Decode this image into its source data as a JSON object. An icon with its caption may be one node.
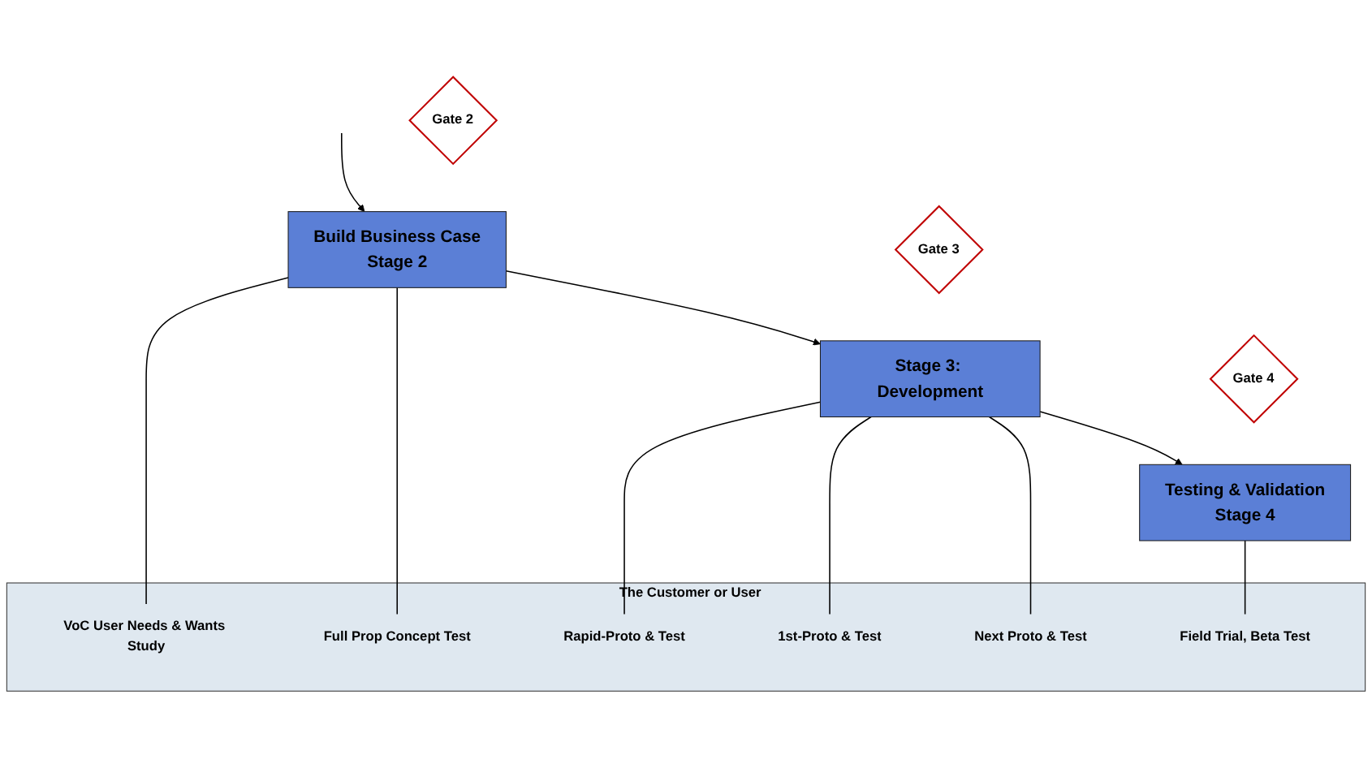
{
  "diagram": {
    "nodes": [
      {
        "text": [
          "Gate 2"
        ]
      },
      {
        "text": [
          "Build Business Case",
          "Stage 2"
        ]
      },
      {
        "text": [
          "Gate 3"
        ]
      },
      {
        "text": [
          "Stage 3: Development"
        ]
      },
      {
        "text": [
          "Gate 4"
        ]
      },
      {
        "text": [
          "Testing & Validation",
          "Stage 4"
        ]
      },
      {
        "text": [
          "The Customer or User"
        ]
      },
      {
        "text": [
          "VoC User Needs & Wants Study"
        ],
        "in": 6
      },
      {
        "text": [
          "Full Prop Concept Test"
        ],
        "in": 6
      },
      {
        "text": [
          "Rapid-Proto & Test"
        ],
        "in": 6
      },
      {
        "text": [
          "1st-Proto & Test"
        ],
        "in": 6
      },
      {
        "text": [
          "Next Proto & Test"
        ],
        "in": 6
      },
      {
        "text": [
          "Field Trial, Beta Test"
        ],
        "in": 6
      }
    ],
    "edges": [
      {
        "from": null,
        "to": 1,
        "arrow": "to"
      },
      {
        "from": 1,
        "to": 3,
        "arrow": "to"
      },
      {
        "from": 3,
        "to": 5,
        "arrow": "to"
      },
      {
        "from": 1,
        "to": 7,
        "arrow": "none"
      },
      {
        "from": 1,
        "to": 8,
        "arrow": "none"
      },
      {
        "from": 3,
        "to": 9,
        "arrow": "none"
      },
      {
        "from": 3,
        "to": 10,
        "arrow": "none"
      },
      {
        "from": 3,
        "to": 11,
        "arrow": "none"
      },
      {
        "from": 5,
        "to": 12,
        "arrow": "none"
      }
    ]
  }
}
